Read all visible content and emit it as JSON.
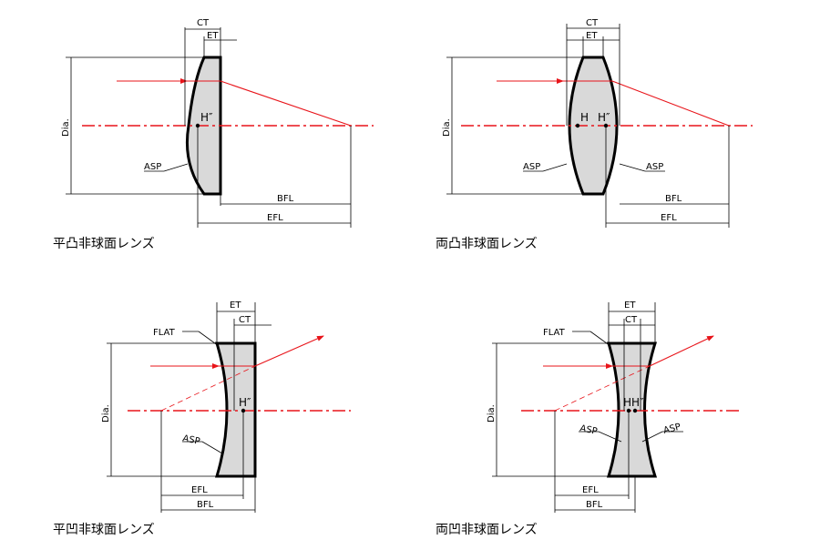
{
  "diagrams": {
    "plano_convex": {
      "caption": "平凸非球面レンズ",
      "ct": "CT",
      "et": "ET",
      "dia": "Dia.",
      "asp": "ASP",
      "bfl": "BFL",
      "efl": "EFL",
      "h2": "H″"
    },
    "double_convex": {
      "caption": "両凸非球面レンズ",
      "ct": "CT",
      "et": "ET",
      "dia": "Dia.",
      "asp_left": "ASP",
      "asp_right": "ASP",
      "bfl": "BFL",
      "efl": "EFL",
      "h1": "H",
      "h2": "H″"
    },
    "plano_concave": {
      "caption": "平凹非球面レンズ",
      "et": "ET",
      "ct": "CT",
      "dia": "Dia.",
      "flat": "FLAT",
      "asp": "ASP",
      "efl": "EFL",
      "bfl": "BFL",
      "h2": "H″"
    },
    "double_concave": {
      "caption": "両凹非球面レンズ",
      "et": "ET",
      "ct": "CT",
      "dia": "Dia.",
      "flat": "FLAT",
      "asp_left": "ASP",
      "asp_right": "ASP",
      "efl": "EFL",
      "bfl": "BFL",
      "h_pair": "HH″"
    }
  },
  "colors": {
    "ray": "#e8141a",
    "lens_fill": "#d9d9d9",
    "outline": "#000000"
  }
}
